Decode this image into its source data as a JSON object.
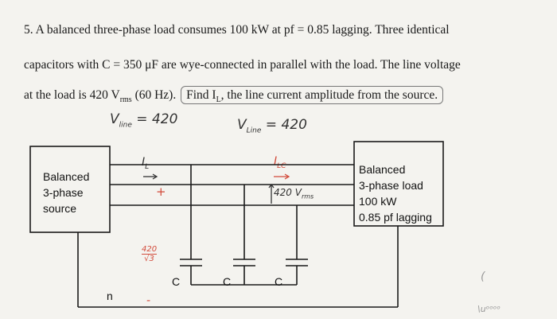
{
  "problem": {
    "line1": "5. A balanced three-phase load consumes 100 kW at pf = 0.85 lagging.  Three identical",
    "line2": "capacitors with C = 350 μF are wye-connected in parallel with the load.  The line voltage",
    "line3_a": "at the load is 420 V",
    "line3_sub": "rms",
    "line3_b": " (60 Hz).",
    "line3_highlight": "Find I",
    "line3_highlight_sub": "L",
    "line3_highlight_b": ", the line current amplitude from the source."
  },
  "annotations": {
    "v_line_left": "V",
    "v_line_left_sub": "line",
    "v_line_left_val": " = 420",
    "v_line_right": "V",
    "v_line_right_sub": "Line",
    "v_line_right_val": " = 420",
    "il_label": "I",
    "il_sub": "L",
    "plus": "+",
    "ilc_label": "I",
    "ilc_sub": "LC",
    "vrms_note": "420 V",
    "vrms_note_sub": "rms",
    "frac_num": "420",
    "frac_den": "√3",
    "dash": "-",
    "right_mark": "(",
    "bottom_scribble": "\\uᵒᵒᵒᵒ"
  },
  "circuit": {
    "source_label": [
      "Balanced",
      "3-phase",
      "source"
    ],
    "load_label": [
      "Balanced",
      "3-phase load",
      "100 kW",
      "0.85 pf lagging"
    ],
    "neutral_label": "n",
    "cap_labels": [
      "C",
      "C",
      "C"
    ]
  },
  "colors": {
    "ink": "#1a1a1a",
    "red_ink": "#d24a3a",
    "paper": "#f4f3ef"
  }
}
